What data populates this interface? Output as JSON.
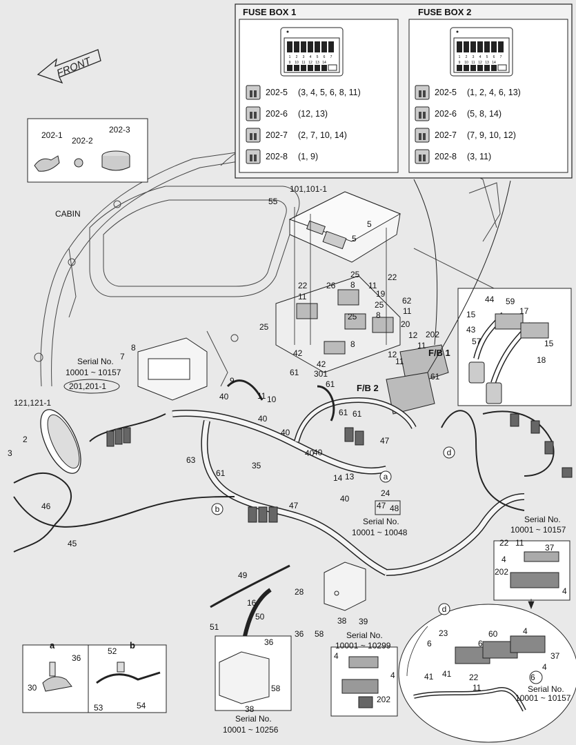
{
  "front_label": "FRONT",
  "cabin_label": "CABIN",
  "fuse_box_1": {
    "title": "FUSE BOX 1",
    "rows": [
      {
        "part": "202-5",
        "fuses": "(3, 4, 5, 6, 8, 11)"
      },
      {
        "part": "202-6",
        "fuses": "(12, 13)"
      },
      {
        "part": "202-7",
        "fuses": "(2, 7, 10, 14)"
      },
      {
        "part": "202-8",
        "fuses": "(1, 9)"
      }
    ]
  },
  "fuse_box_2": {
    "title": "FUSE BOX 2",
    "rows": [
      {
        "part": "202-5",
        "fuses": "(1, 2, 4, 6, 13)"
      },
      {
        "part": "202-6",
        "fuses": "(5, 8, 14)"
      },
      {
        "part": "202-7",
        "fuses": "(7, 9, 10, 12)"
      },
      {
        "part": "202-8",
        "fuses": "(3, 11)"
      }
    ]
  },
  "fuse_numbers_top": [
    "1",
    "2",
    "3",
    "4",
    "5",
    "6",
    "7"
  ],
  "fuse_numbers_bottom": [
    "9",
    "10",
    "11",
    "12",
    "13",
    "14"
  ],
  "fuse_parts_box": [
    "202-1",
    "202-2",
    "202-3"
  ],
  "serial_notes": {
    "top_left": "Serial No.",
    "top_left_range": "10001 ~ 10157",
    "mid": "Serial No.",
    "mid_range": "10001 ~ 10048",
    "right": "Serial No.",
    "right_range": "10001 ~ 10157",
    "bottom_left": "Serial No.",
    "bottom_left_range": "10001 ~ 10299",
    "bracket": "Serial No.",
    "bracket_range": "10001 ~ 10256",
    "detail_d": "Serial No.",
    "detail_d_range": "10001 ~ 10157"
  },
  "fb_labels": [
    "F/B 1",
    "F/B 2"
  ],
  "detail_letters": [
    "a",
    "b",
    "d"
  ],
  "part_201": "201,201-1",
  "part_121": "121,121-1",
  "part_101": "101,101-1",
  "callouts": [
    {
      "id": "55",
      "t": "55"
    },
    {
      "id": "5a",
      "t": "5"
    },
    {
      "id": "5b",
      "t": "5"
    },
    {
      "id": "22a",
      "t": "22"
    },
    {
      "id": "11a",
      "t": "11"
    },
    {
      "id": "26",
      "t": "26"
    },
    {
      "id": "25a",
      "t": "25"
    },
    {
      "id": "8a",
      "t": "8"
    },
    {
      "id": "22b",
      "t": "22"
    },
    {
      "id": "11b",
      "t": "11"
    },
    {
      "id": "19",
      "t": "19"
    },
    {
      "id": "25b",
      "t": "25"
    },
    {
      "id": "62",
      "t": "62"
    },
    {
      "id": "8b",
      "t": "8"
    },
    {
      "id": "11c",
      "t": "11"
    },
    {
      "id": "20",
      "t": "20"
    },
    {
      "id": "25c",
      "t": "25"
    },
    {
      "id": "8c",
      "t": "8"
    },
    {
      "id": "202a",
      "t": "202"
    },
    {
      "id": "12a",
      "t": "12"
    },
    {
      "id": "11d",
      "t": "11"
    },
    {
      "id": "25d",
      "t": "25"
    },
    {
      "id": "42a",
      "t": "42"
    },
    {
      "id": "42b",
      "t": "42"
    },
    {
      "id": "12b",
      "t": "12"
    },
    {
      "id": "11e",
      "t": "11"
    },
    {
      "id": "7",
      "t": "7"
    },
    {
      "id": "8d",
      "t": "8"
    },
    {
      "id": "301",
      "t": "301"
    },
    {
      "id": "61a",
      "t": "61"
    },
    {
      "id": "61b",
      "t": "61"
    },
    {
      "id": "61c",
      "t": "61"
    },
    {
      "id": "9",
      "t": "9"
    },
    {
      "id": "40a",
      "t": "40"
    },
    {
      "id": "11f",
      "t": "11"
    },
    {
      "id": "10",
      "t": "10"
    },
    {
      "id": "40b",
      "t": "40"
    },
    {
      "id": "61d",
      "t": "61"
    },
    {
      "id": "61e",
      "t": "61"
    },
    {
      "id": "47a",
      "t": "47"
    },
    {
      "id": "2",
      "t": "2"
    },
    {
      "id": "3",
      "t": "3"
    },
    {
      "id": "63",
      "t": "63"
    },
    {
      "id": "35",
      "t": "35"
    },
    {
      "id": "40c",
      "t": "40"
    },
    {
      "id": "40d",
      "t": "40"
    },
    {
      "id": "40e",
      "t": "40"
    },
    {
      "id": "14",
      "t": "14"
    },
    {
      "id": "13",
      "t": "13"
    },
    {
      "id": "24",
      "t": "24"
    },
    {
      "id": "61f",
      "t": "61"
    },
    {
      "id": "40f",
      "t": "40"
    },
    {
      "id": "47b",
      "t": "47"
    },
    {
      "id": "47c",
      "t": "47"
    },
    {
      "id": "48",
      "t": "48"
    },
    {
      "id": "46",
      "t": "46"
    },
    {
      "id": "45",
      "t": "45"
    },
    {
      "id": "49",
      "t": "49"
    },
    {
      "id": "16",
      "t": "16"
    },
    {
      "id": "50",
      "t": "50"
    },
    {
      "id": "51",
      "t": "51"
    },
    {
      "id": "28",
      "t": "28"
    },
    {
      "id": "38a",
      "t": "38"
    },
    {
      "id": "39",
      "t": "39"
    },
    {
      "id": "36a",
      "t": "36"
    },
    {
      "id": "58a",
      "t": "58"
    },
    {
      "id": "44",
      "t": "44"
    },
    {
      "id": "59",
      "t": "59"
    },
    {
      "id": "15a",
      "t": "15"
    },
    {
      "id": "17",
      "t": "17"
    },
    {
      "id": "43",
      "t": "43"
    },
    {
      "id": "57",
      "t": "57"
    },
    {
      "id": "15b",
      "t": "15"
    },
    {
      "id": "18",
      "t": "18"
    },
    {
      "id": "22c",
      "t": "22"
    },
    {
      "id": "11g",
      "t": "11"
    },
    {
      "id": "37a",
      "t": "37"
    },
    {
      "id": "4a",
      "t": "4"
    },
    {
      "id": "202b",
      "t": "202"
    },
    {
      "id": "4b",
      "t": "4"
    },
    {
      "id": "36b",
      "t": "36"
    },
    {
      "id": "30",
      "t": "30"
    },
    {
      "id": "52",
      "t": "52"
    },
    {
      "id": "53",
      "t": "53"
    },
    {
      "id": "54",
      "t": "54"
    },
    {
      "id": "36c",
      "t": "36"
    },
    {
      "id": "58b",
      "t": "58"
    },
    {
      "id": "38b",
      "t": "38"
    },
    {
      "id": "4c",
      "t": "4"
    },
    {
      "id": "4d",
      "t": "4"
    },
    {
      "id": "202c",
      "t": "202"
    },
    {
      "id": "23",
      "t": "23"
    },
    {
      "id": "6a",
      "t": "6"
    },
    {
      "id": "60",
      "t": "60"
    },
    {
      "id": "4e",
      "t": "4"
    },
    {
      "id": "6b",
      "t": "6"
    },
    {
      "id": "37b",
      "t": "37"
    },
    {
      "id": "22d",
      "t": "22"
    },
    {
      "id": "4f",
      "t": "4"
    },
    {
      "id": "11h",
      "t": "11"
    },
    {
      "id": "6c",
      "t": "6"
    },
    {
      "id": "41a",
      "t": "41"
    },
    {
      "id": "41b",
      "t": "41"
    }
  ]
}
